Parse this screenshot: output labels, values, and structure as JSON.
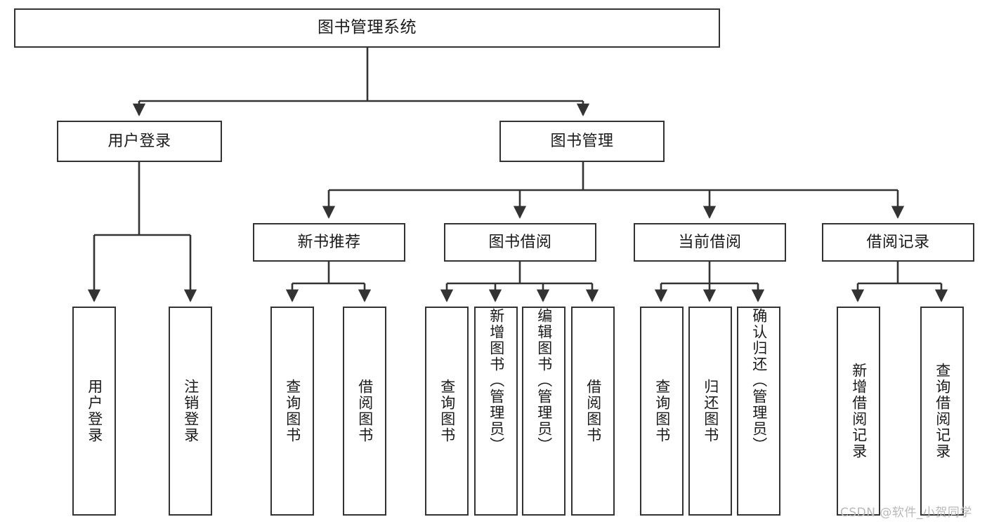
{
  "diagram": {
    "title": "图书管理系统",
    "type": "functional-structure-tree",
    "nodes": {
      "root": {
        "label": "图书管理系统"
      },
      "level2": [
        {
          "id": "user-login",
          "label": "用户登录"
        },
        {
          "id": "book-management",
          "label": "图书管理"
        }
      ],
      "level3": [
        {
          "id": "new-book-recommend",
          "label": "新书推荐"
        },
        {
          "id": "book-borrow",
          "label": "图书借阅"
        },
        {
          "id": "current-borrow",
          "label": "当前借阅"
        },
        {
          "id": "borrow-record",
          "label": "借阅记录"
        }
      ],
      "leaves": {
        "user_login": [
          {
            "id": "leaf-user-login",
            "label": "用户登录"
          },
          {
            "id": "leaf-logout-login",
            "label": "注销登录"
          }
        ],
        "new_book_recommend": [
          {
            "id": "leaf-query-book-1",
            "label": "查询图书"
          },
          {
            "id": "leaf-borrow-book-1",
            "label": "借阅图书"
          }
        ],
        "book_borrow": [
          {
            "id": "leaf-query-book-2",
            "label": "查询图书"
          },
          {
            "id": "leaf-add-book",
            "label": "新增图书（管理员）"
          },
          {
            "id": "leaf-edit-book",
            "label": "编辑图书（管理员）"
          },
          {
            "id": "leaf-borrow-book-2",
            "label": "借阅图书"
          }
        ],
        "current_borrow": [
          {
            "id": "leaf-query-book-3",
            "label": "查询图书"
          },
          {
            "id": "leaf-return-book",
            "label": "归还图书"
          },
          {
            "id": "leaf-confirm-return",
            "label": "确认归还（管理员）"
          }
        ],
        "borrow_record": [
          {
            "id": "leaf-add-record",
            "label": "新增借阅记录"
          },
          {
            "id": "leaf-query-record",
            "label": "查询借阅记录"
          }
        ]
      }
    },
    "watermark": "CSDN @软件_小贺同学",
    "colors": {
      "background": "#ffffff",
      "node_border": "#333333",
      "node_fill": "#ffffff",
      "edge": "#333333",
      "text": "#1a1a1a",
      "watermark": "#b9b9b9"
    }
  }
}
